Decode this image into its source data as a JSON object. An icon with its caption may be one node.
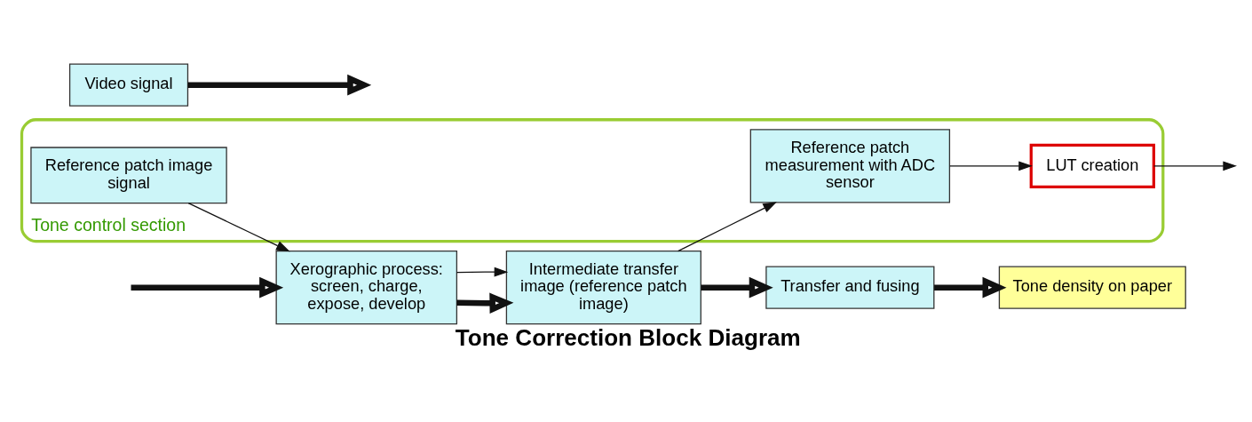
{
  "diagram": {
    "title": "Tone Correction Block Diagram",
    "nodes": [
      {
        "text": [
          "Tone control section"
        ]
      },
      {
        "text": [
          "Reference patch measurement with ADC sensor"
        ],
        "in": 0
      },
      {
        "text": [
          "LUT creation"
        ],
        "in": 0
      },
      {
        "text": [
          "Video signal"
        ]
      },
      {
        "text": [
          "Reference patch image signal"
        ],
        "in": 0
      },
      {
        "text": [
          "Xerographic process: screen, charge, expose, develop"
        ]
      },
      {
        "text": [
          "Intermediate transfer image (reference patch image)"
        ]
      },
      {
        "text": [
          "Transfer and fusing"
        ]
      },
      {
        "text": [
          "Tone density on paper"
        ]
      }
    ],
    "edges": [
      {
        "from": 3,
        "to": null,
        "arrow": "to",
        "style": "thick"
      },
      {
        "from": 2,
        "to": null,
        "arrow": "to"
      },
      {
        "from": null,
        "to": 5,
        "arrow": "to",
        "style": "thick"
      },
      {
        "from": 4,
        "to": 5,
        "arrow": "to"
      },
      {
        "from": 5,
        "to": 6,
        "arrow": "to",
        "style": "thick"
      },
      {
        "from": 5,
        "to": 6,
        "arrow": "to"
      },
      {
        "from": 6,
        "to": 1,
        "arrow": "to"
      },
      {
        "from": 1,
        "to": 2,
        "arrow": "to"
      },
      {
        "from": 6,
        "to": 7,
        "arrow": "to",
        "style": "thick"
      },
      {
        "from": 7,
        "to": 8,
        "arrow": "to",
        "style": "thick"
      }
    ]
  }
}
